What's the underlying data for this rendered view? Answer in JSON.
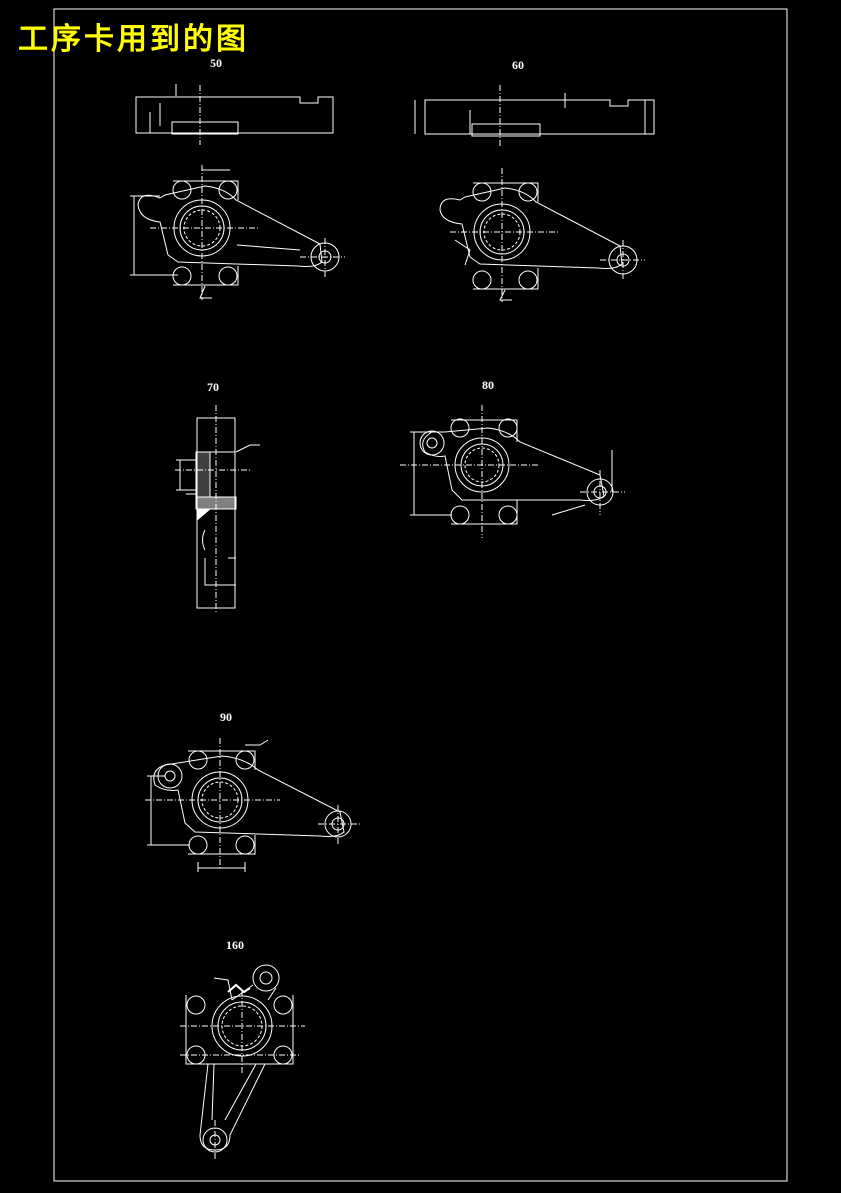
{
  "sheet": {
    "title": "工序卡用到的图",
    "title_color": "#ffff00",
    "line_color": "#ffffff",
    "background": "#000000"
  },
  "views": [
    {
      "id": "op50",
      "label": "50"
    },
    {
      "id": "op60",
      "label": "60"
    },
    {
      "id": "op70",
      "label": "70"
    },
    {
      "id": "op80",
      "label": "80"
    },
    {
      "id": "op90",
      "label": "90"
    },
    {
      "id": "op160",
      "label": "160"
    }
  ]
}
